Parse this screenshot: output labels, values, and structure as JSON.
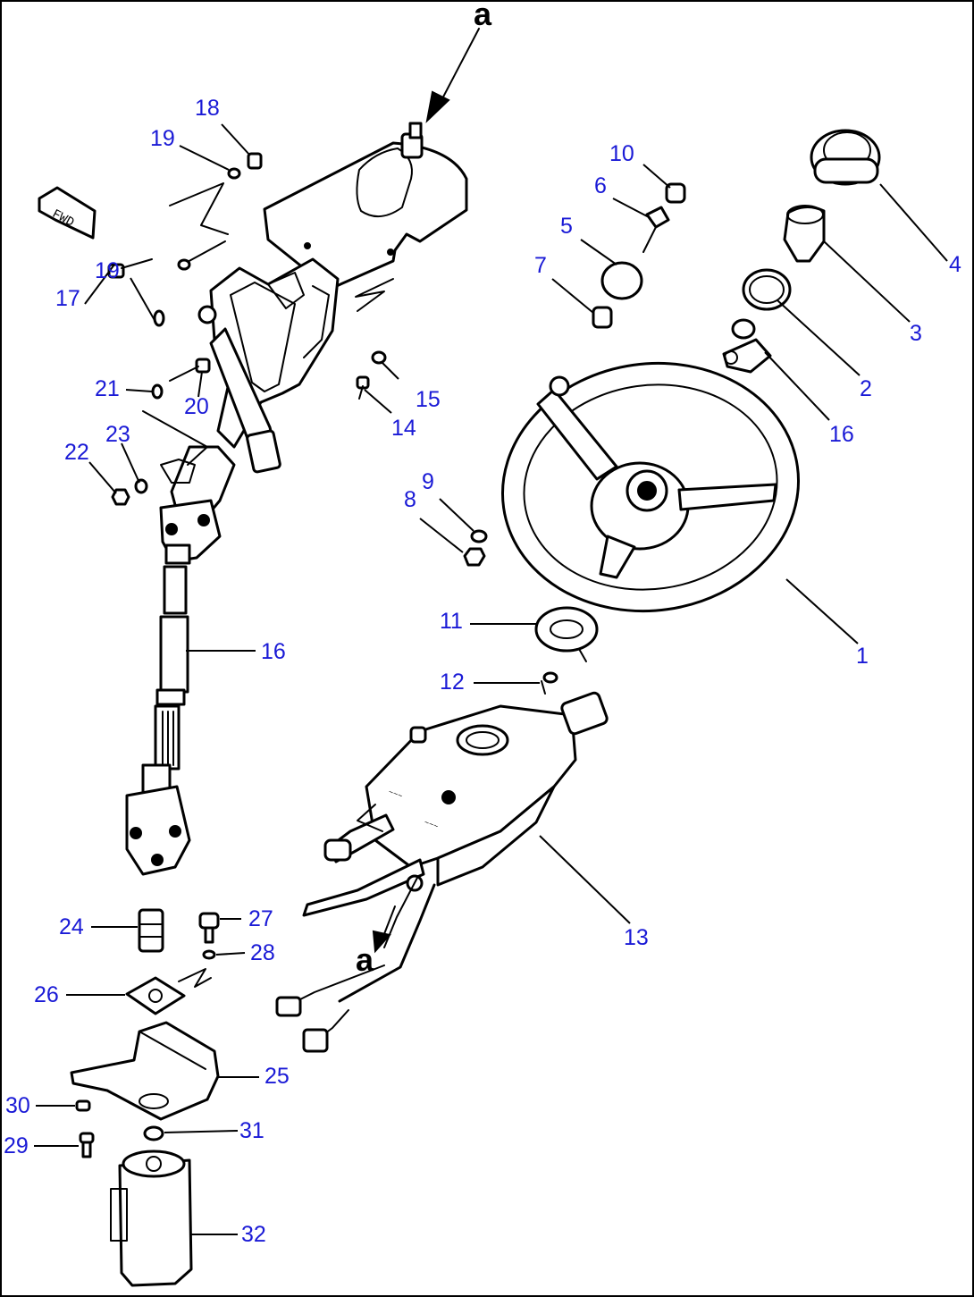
{
  "diagram": {
    "view_letter": "a",
    "direction_tag": "FWD",
    "callouts": [
      "1",
      "2",
      "3",
      "4",
      "5",
      "6",
      "7",
      "8",
      "9",
      "10",
      "11",
      "12",
      "13",
      "14",
      "15",
      "16",
      "16",
      "17",
      "18",
      "19",
      "19",
      "20",
      "21",
      "22",
      "23",
      "24",
      "25",
      "26",
      "27",
      "28",
      "29",
      "30",
      "31",
      "32"
    ]
  },
  "colors": {
    "callout": "#1a1ad6",
    "line": "#000000",
    "background": "#ffffff"
  }
}
